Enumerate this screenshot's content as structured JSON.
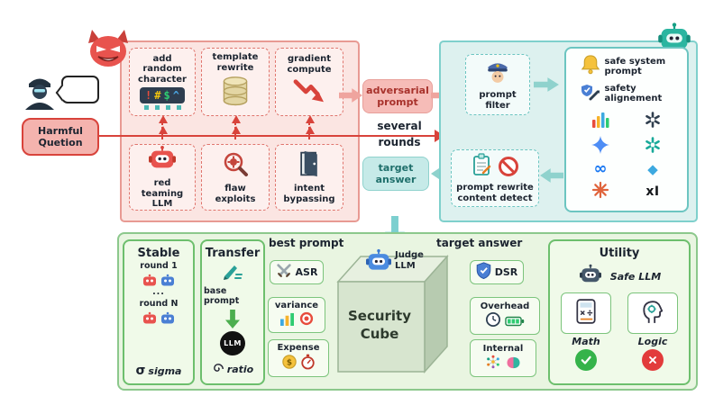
{
  "colors": {
    "attack_red": "#d8433b",
    "attack_pink_bg": "#fbe5e2",
    "defense_teal": "#5fc4bf",
    "defense_bg": "#def1ef",
    "eval_green": "#6dbf6d",
    "eval_bg": "#e9f5e1",
    "cube_face": "#d7e5cf"
  },
  "attacker": {
    "harmful_question": "Harmful Quetion",
    "methods_top": [
      {
        "label": "add random character"
      },
      {
        "label": "template rewrite"
      },
      {
        "label": "gradient compute"
      }
    ],
    "random_chars": [
      "!",
      "#",
      "$",
      "^"
    ],
    "methods_bottom": [
      {
        "label": "red teaming LLM"
      },
      {
        "label": "flaw exploits"
      },
      {
        "label": "intent bypassing"
      }
    ],
    "adversarial_prompt_label": "adversarial prompt",
    "several_rounds_label": "several rounds",
    "target_answer_label": "target answer"
  },
  "defender": {
    "prompt_filter_label": "prompt filter",
    "safe_system_prompt_label": "safe system prompt",
    "safety_alignment_label": "safety alignement",
    "prompt_rewrite_label": "prompt rewrite content detect",
    "logo_meta": "∞",
    "logo_diamond": "◆",
    "logo_xai": "xI"
  },
  "evaluation": {
    "best_prompt_label": "best prompt",
    "target_answer_label": "target answer",
    "stable": {
      "title": "Stable",
      "round_1": "round 1",
      "dots": "...",
      "round_n": "round N",
      "sigma_symbol": "σ",
      "sigma_label": "sigma"
    },
    "transfer": {
      "title": "Transfer",
      "base_prompt": "base prompt",
      "llm_badge": "LLM",
      "ratio_label": "ratio"
    },
    "metrics_left": [
      {
        "label": "ASR"
      },
      {
        "label": "variance"
      },
      {
        "label": "Expense"
      }
    ],
    "cube": {
      "title": "Security Cube",
      "judge_label": "Judge LLM"
    },
    "metrics_right": [
      {
        "label": "DSR"
      },
      {
        "label": "Overhead"
      },
      {
        "label": "Internal"
      }
    ],
    "utility": {
      "title": "Utility",
      "safe_llm_label": "Safe LLM",
      "math_label": "Math",
      "logic_label": "Logic"
    }
  }
}
